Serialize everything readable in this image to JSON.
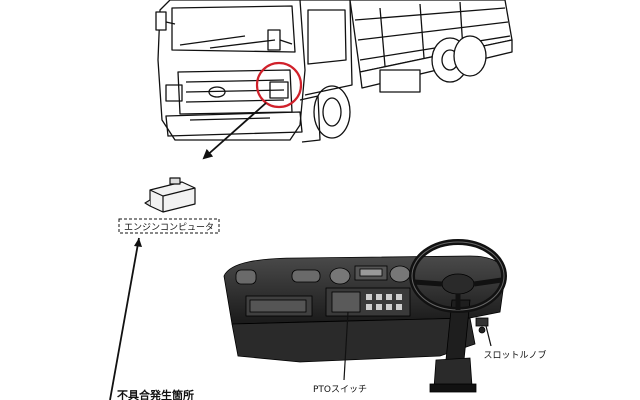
{
  "labels": {
    "ecu": "エンジンコンピュータ",
    "pto": "PTOスイッチ",
    "throttle": "スロットルノブ",
    "fault": "不具合発生箇所"
  },
  "colors": {
    "highlight": "#d0202a",
    "line": "#111111",
    "dash_fill": "#2c2c2c",
    "dash_dark": "#111111",
    "dash_mid": "#555555"
  }
}
